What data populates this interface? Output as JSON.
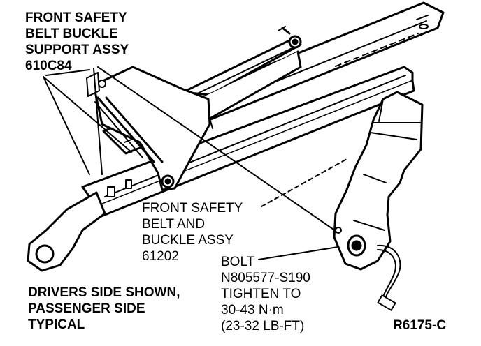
{
  "labels": {
    "support_assy": [
      "FRONT SAFETY",
      "BELT BUCKLE",
      "SUPPORT ASSY",
      "610C84"
    ],
    "belt_assy": [
      "FRONT SAFETY",
      "BELT AND",
      "BUCKLE ASSY",
      "61202"
    ],
    "bolt": [
      "BOLT",
      "N805577-S190",
      "TIGHTEN TO",
      "30-43 N·m",
      "(23-32 LB-FT)"
    ],
    "note": [
      "DRIVERS SIDE SHOWN,",
      "PASSENGER SIDE",
      "TYPICAL"
    ],
    "figure_id": "R6175-C"
  }
}
